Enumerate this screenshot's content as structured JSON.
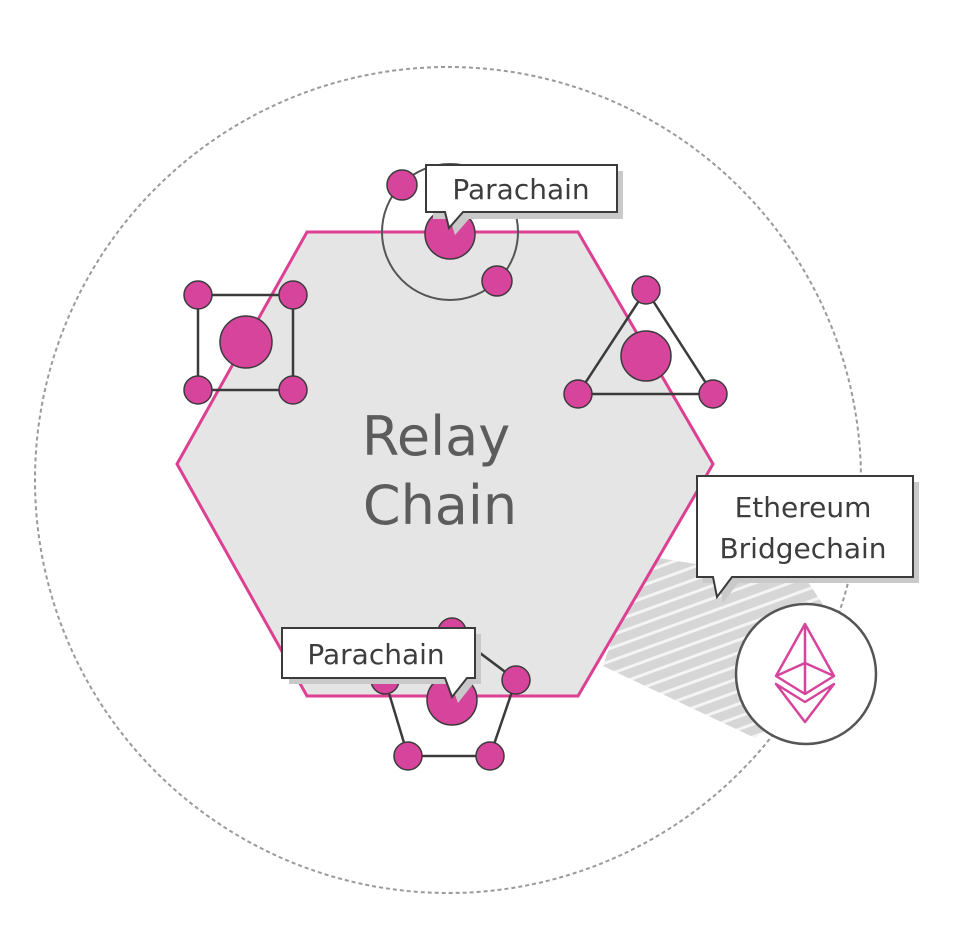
{
  "relay": {
    "line1": "Relay",
    "line2": "Chain"
  },
  "callouts": {
    "top_parachain": "Parachain",
    "bottom_parachain": "Parachain",
    "bridge_line1": "Ethereum",
    "bridge_line2": "Bridgechain"
  },
  "icons": {
    "bridge_icon": "ethereum-icon"
  },
  "colors": {
    "accent": "#d6449c",
    "hexagon_fill": "#e5e5e6",
    "hexagon_stroke": "#dd3f92",
    "outline": "#3b3b3b",
    "dotted_circle": "#9a9a9a"
  }
}
